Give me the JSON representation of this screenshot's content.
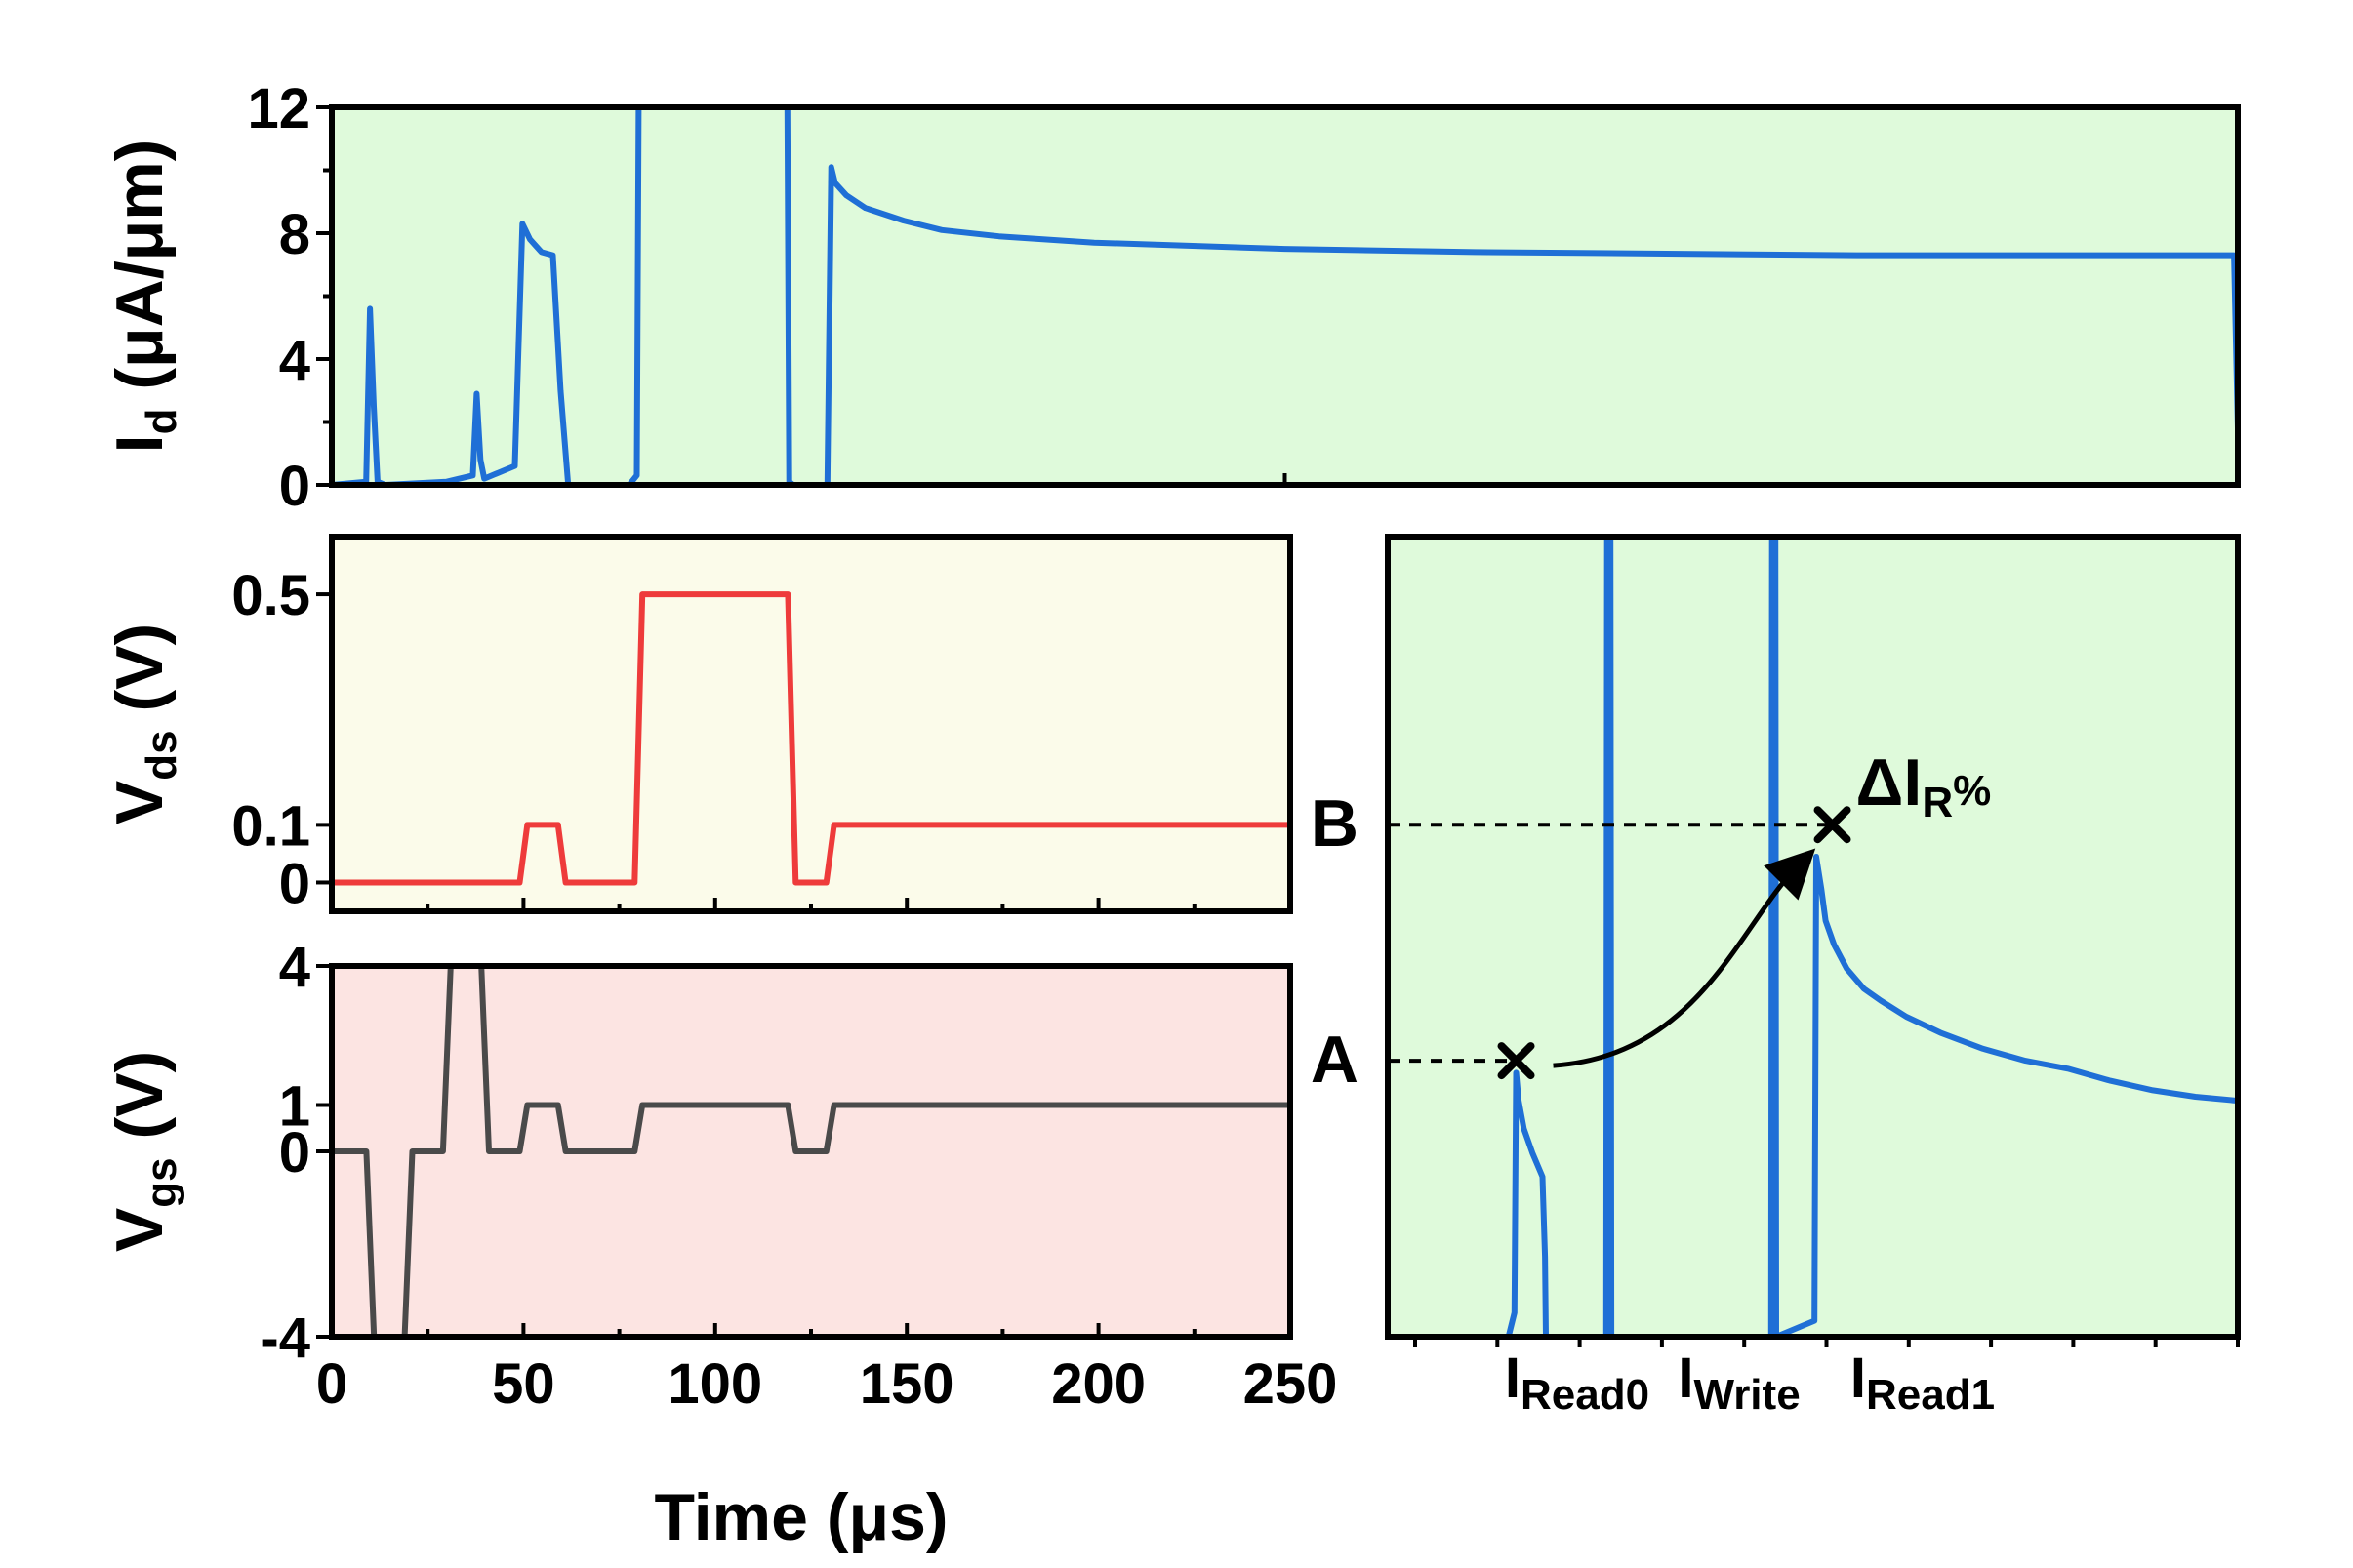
{
  "chart_data": [
    {
      "id": "id_panel",
      "type": "line",
      "ylabel": "I",
      "ylabel_sub": "d",
      "ylabel_rest": " (μA/μm)",
      "xlim": [
        0,
        500
      ],
      "ylim": [
        0,
        12
      ],
      "yticks": [
        "0",
        "4",
        "8",
        "12"
      ],
      "ytick_values": [
        0,
        4,
        8,
        12
      ],
      "background": "#dffadb",
      "color": "#1f6fd6",
      "series": [
        {
          "x": [
            0,
            9,
            10,
            11,
            12,
            14,
            30,
            37,
            38,
            39,
            40,
            48,
            50,
            52,
            55,
            58,
            60,
            62,
            78,
            80,
            80.5,
            119.5,
            120,
            121,
            130,
            131,
            132,
            135,
            140,
            150,
            160,
            175,
            200,
            250,
            300,
            350,
            400,
            450,
            499,
            500
          ],
          "y": [
            0,
            0.1,
            5.6,
            2.5,
            0.1,
            0,
            0.1,
            0.3,
            2.9,
            0.8,
            0.2,
            0.6,
            8.3,
            7.8,
            7.4,
            7.3,
            3.0,
            0,
            0,
            0.3,
            12,
            12,
            0.1,
            0,
            0,
            10.1,
            9.6,
            9.2,
            8.8,
            8.4,
            8.1,
            7.9,
            7.7,
            7.5,
            7.4,
            7.35,
            7.3,
            7.3,
            7.3,
            1.8
          ]
        }
      ]
    },
    {
      "id": "vds_panel",
      "type": "line",
      "ylabel": "V",
      "ylabel_sub": "ds",
      "ylabel_rest": " (V)",
      "xlim": [
        0,
        250
      ],
      "ylim": [
        -0.05,
        0.6
      ],
      "yticks": [
        "0",
        "0.1",
        "0.5"
      ],
      "ytick_values": [
        0,
        0.1,
        0.5
      ],
      "background": "#fbfbea",
      "color": "#ee3b3b",
      "series": [
        {
          "x": [
            0,
            49,
            51,
            59,
            61,
            79,
            81,
            119,
            121,
            129,
            131,
            250
          ],
          "y": [
            0,
            0,
            0.1,
            0.1,
            0,
            0,
            0.5,
            0.5,
            0,
            0,
            0.1,
            0.1
          ]
        }
      ]
    },
    {
      "id": "vgs_panel",
      "type": "line",
      "xlabel": "Time (μs)",
      "ylabel": "V",
      "ylabel_sub": "gs",
      "ylabel_rest": " (V)",
      "xlim": [
        0,
        250
      ],
      "ylim": [
        -4,
        4
      ],
      "xticks": [
        "0",
        "50",
        "100",
        "150",
        "200",
        "250"
      ],
      "xtick_values": [
        0,
        50,
        100,
        150,
        200,
        250
      ],
      "yticks": [
        "-4",
        "0",
        "1",
        "4"
      ],
      "ytick_values": [
        -4,
        0,
        1,
        4
      ],
      "background": "#fce4e2",
      "color": "#4a4a4a",
      "series": [
        {
          "x": [
            0,
            9,
            11,
            19,
            21,
            29,
            31,
            39,
            41,
            49,
            51,
            59,
            61,
            79,
            81,
            119,
            121,
            129,
            131,
            250
          ],
          "y": [
            0,
            0,
            -4,
            -4,
            0,
            0,
            4,
            4,
            0,
            0,
            1,
            1,
            0,
            0,
            1,
            1,
            0,
            0,
            1,
            1
          ]
        }
      ]
    },
    {
      "id": "zoom_panel",
      "type": "line",
      "xlim": [
        0,
        100
      ],
      "ylim": [
        0,
        10
      ],
      "xtick_labels": [
        {
          "main": "I",
          "sub": "Read0"
        },
        {
          "main": "I",
          "sub": "Write"
        },
        {
          "main": "I",
          "sub": "Read1"
        }
      ],
      "annotations": {
        "point_a": "A",
        "point_b": "B",
        "delta": "ΔI",
        "delta_sub": "R",
        "delta_suffix": "%",
        "a_y": 3.45,
        "b_y": 6.4
      },
      "background": "#dffadb",
      "color": "#1f6fd6",
      "series": [
        {
          "x": [
            14.2,
            14.9,
            15.1,
            15.4,
            16,
            17,
            18.2,
            18.5,
            18.6,
            25.7,
            25.8,
            26.2,
            26.3,
            45.1,
            45.2,
            45.6,
            45.7,
            50.2,
            50.4,
            51,
            51.5,
            52.5,
            54,
            56,
            58,
            61,
            65,
            70,
            75,
            80,
            85,
            90,
            95,
            100
          ],
          "y": [
            0,
            0.3,
            3.3,
            2.95,
            2.6,
            2.3,
            2.0,
            1.0,
            0,
            0,
            10,
            10,
            0,
            0,
            10,
            10,
            0,
            0.2,
            6.0,
            5.6,
            5.2,
            4.9,
            4.6,
            4.35,
            4.2,
            4.0,
            3.8,
            3.6,
            3.45,
            3.35,
            3.2,
            3.08,
            3.0,
            2.95
          ]
        }
      ]
    }
  ]
}
